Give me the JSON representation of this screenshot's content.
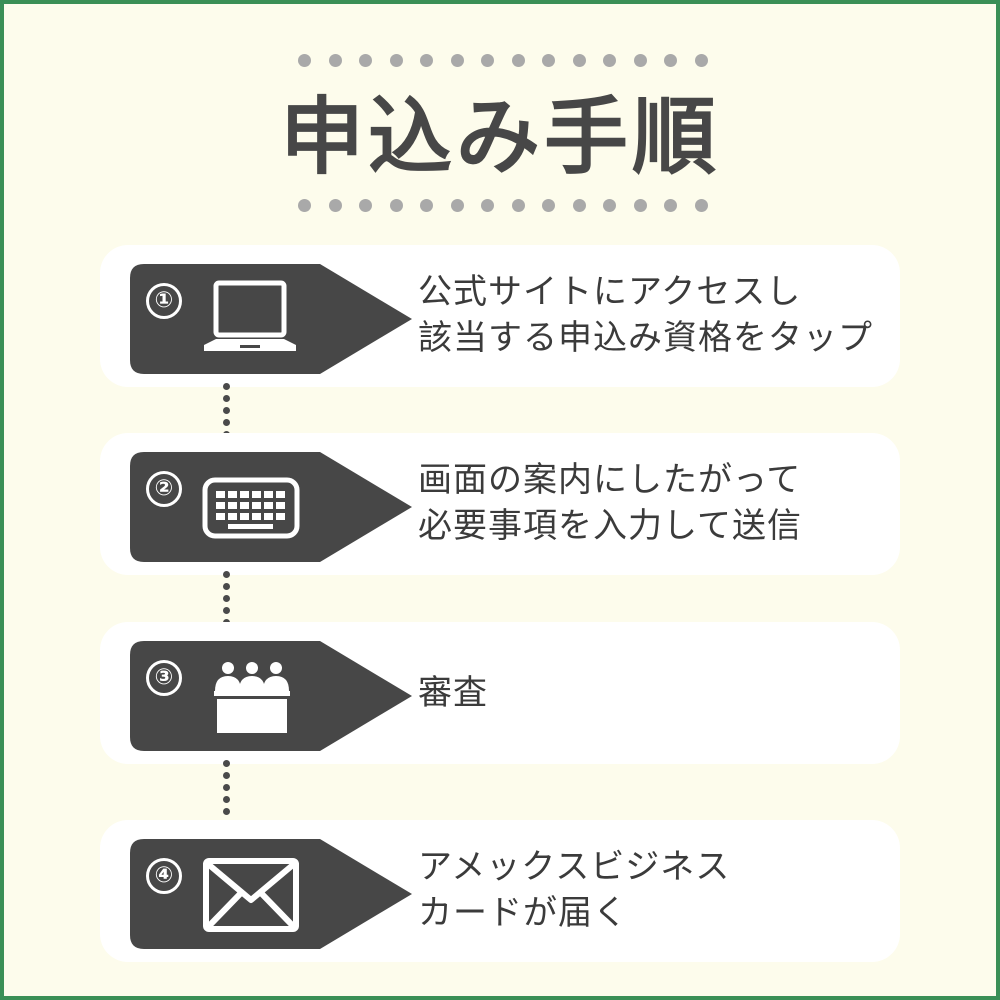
{
  "title": "申込み手順",
  "colors": {
    "background": "#fdfcec",
    "border": "#3a8f56",
    "card": "#ffffff",
    "tag": "#474747",
    "decor_dots": "#a9a9a9",
    "text": "#3b3b3b"
  },
  "steps": [
    {
      "number": "①",
      "icon": "laptop-icon",
      "lines": [
        "公式サイトにアクセスし",
        "該当する申込み資格をタップ"
      ]
    },
    {
      "number": "②",
      "icon": "keyboard-icon",
      "lines": [
        "画面の案内にしたがって",
        "必要事項を入力して送信"
      ]
    },
    {
      "number": "③",
      "icon": "review-panel-icon",
      "lines": [
        "審査"
      ]
    },
    {
      "number": "④",
      "icon": "envelope-icon",
      "lines": [
        "アメックスビジネス",
        "カードが届く"
      ]
    }
  ]
}
